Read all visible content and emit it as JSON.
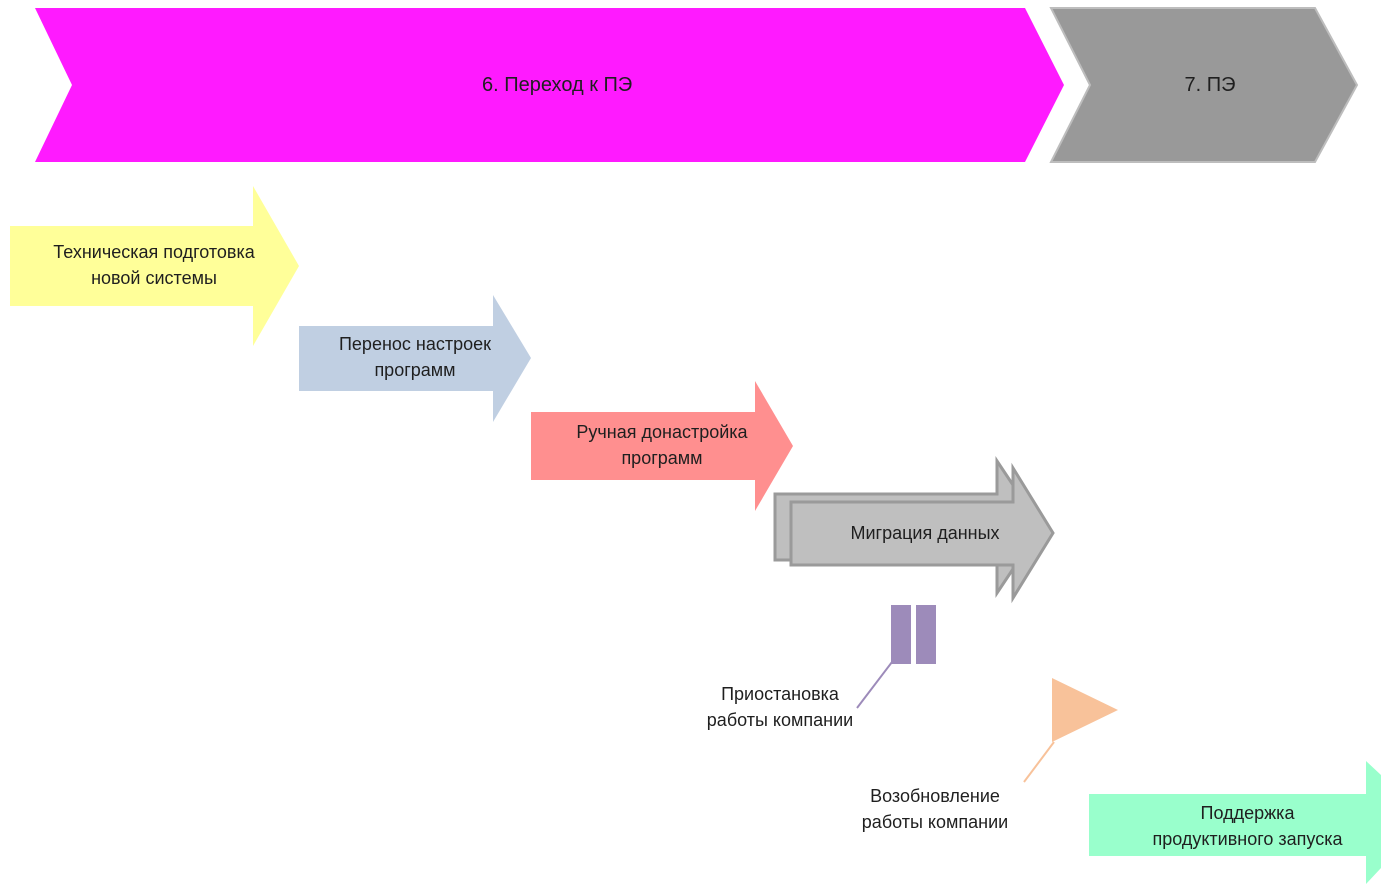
{
  "phases": {
    "transition": {
      "label": "6. Переход к ПЭ",
      "color": "#FF1AFF"
    },
    "production": {
      "label": "7. ПЭ",
      "color": "#999999"
    }
  },
  "steps": {
    "tech_prep": {
      "lines": [
        "Техническая подготовка",
        "новой системы"
      ],
      "color": "#FFFF99"
    },
    "settings_transfer": {
      "lines": [
        "Перенос настроек",
        "программ"
      ],
      "color": "#C0CFE2"
    },
    "manual_setup": {
      "lines": [
        "Ручная донастройка",
        "программ"
      ],
      "color": "#FF8F8F"
    },
    "data_migration": {
      "label": "Миграция данных",
      "color": "#BFBFBF"
    },
    "production_support": {
      "lines": [
        "Поддержка",
        "продуктивного запуска"
      ],
      "color": "#99FFCC"
    }
  },
  "milestones": {
    "pause": {
      "lines": [
        "Приостановка",
        "работы компании"
      ],
      "color": "#9D8BBA"
    },
    "resume": {
      "lines": [
        "Возобновление",
        "работы компании"
      ],
      "color": "#F8C29A"
    }
  }
}
